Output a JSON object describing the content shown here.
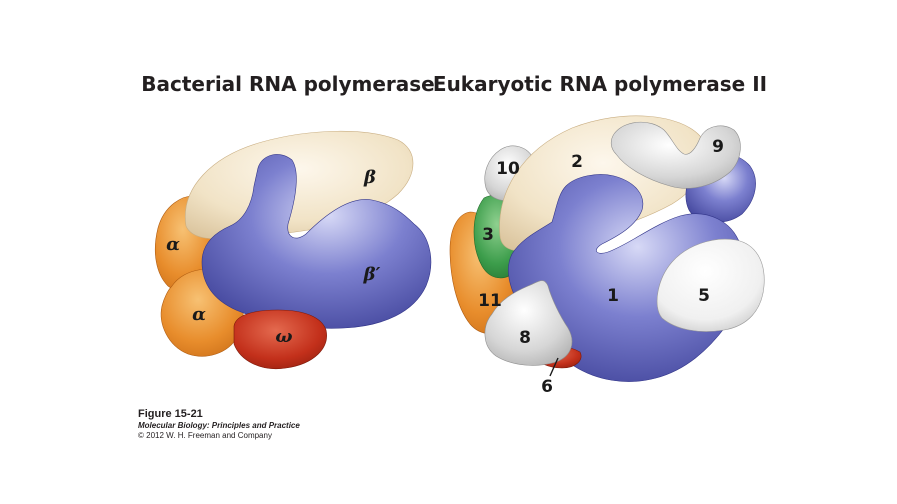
{
  "titles": {
    "bacterial": "Bacterial RNA polymerase",
    "eukaryotic": "Eukaryotic RNA polymerase II"
  },
  "bacterial_subunits": {
    "beta": "β",
    "beta_prime": "β′",
    "alpha_upper": "α",
    "alpha_lower": "α",
    "omega": "ω"
  },
  "eukaryotic_subunits": {
    "s1": "1",
    "s2": "2",
    "s3": "3",
    "s5": "5",
    "s6": "6",
    "s8": "8",
    "s9": "9",
    "s10": "10",
    "s11": "11"
  },
  "caption": {
    "figure": "Figure 15-21",
    "book": "Molecular Biology: Principles and Practice",
    "copyright": "© 2012 W. H. Freeman and Company"
  },
  "colors": {
    "beta": "#efe0c3",
    "beta_prime": "#5c5fb8",
    "alpha": "#e58a2a",
    "omega": "#c4321c",
    "rpb3_green": "#3b9a4a",
    "grey_subunit": "#cfcfcf",
    "white_subunit": "#f2f2f2"
  }
}
